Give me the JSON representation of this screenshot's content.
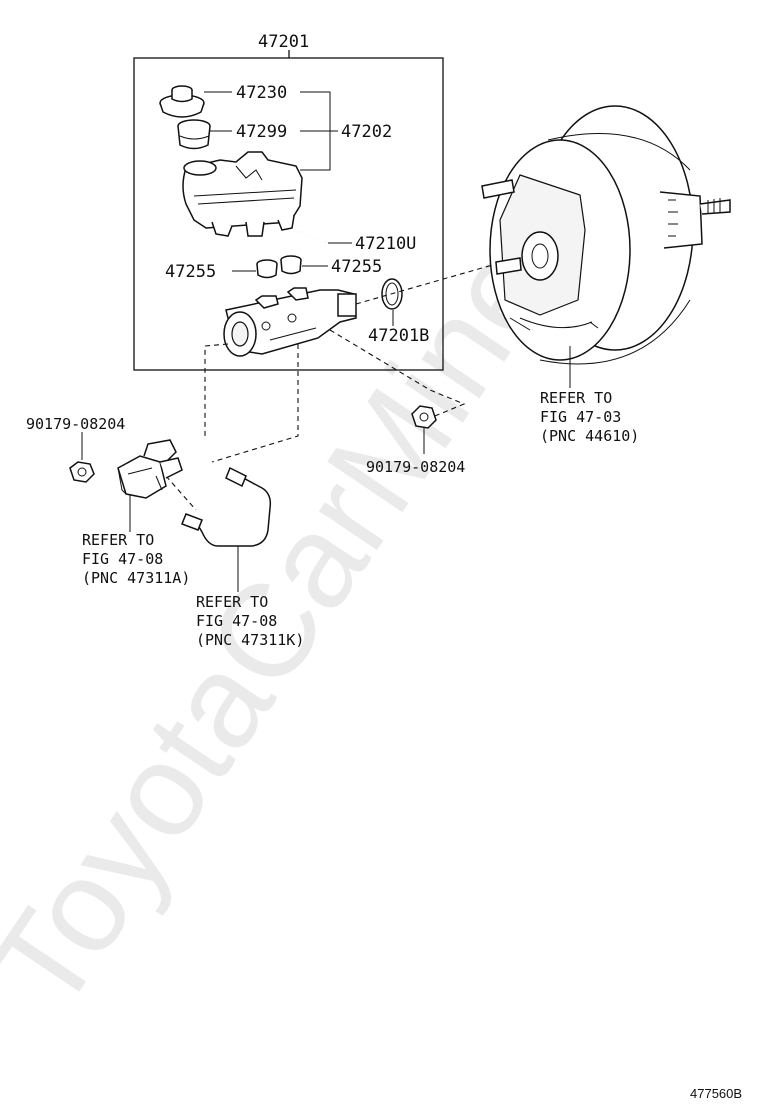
{
  "watermark": "ToyotaCarMine.ru",
  "figure_code": "477560B",
  "labels": {
    "assy_47201": "47201",
    "cap_47230": "47230",
    "strainer_47299": "47299",
    "reservoir_47202": "47202",
    "pin_47210U": "47210U",
    "grommet_left_47255": "47255",
    "grommet_right_47255": "47255",
    "oring_47201B": "47201B",
    "nut_left": "90179-08204",
    "nut_right": "90179-08204"
  },
  "refs": {
    "booster": [
      "REFER TO",
      "FIG 47-03",
      "(PNC 44610)"
    ],
    "valve": [
      "REFER TO",
      "FIG 47-08",
      "(PNC 47311A)"
    ],
    "tube": [
      "REFER TO",
      "FIG 47-08",
      "(PNC 47311K)"
    ]
  }
}
